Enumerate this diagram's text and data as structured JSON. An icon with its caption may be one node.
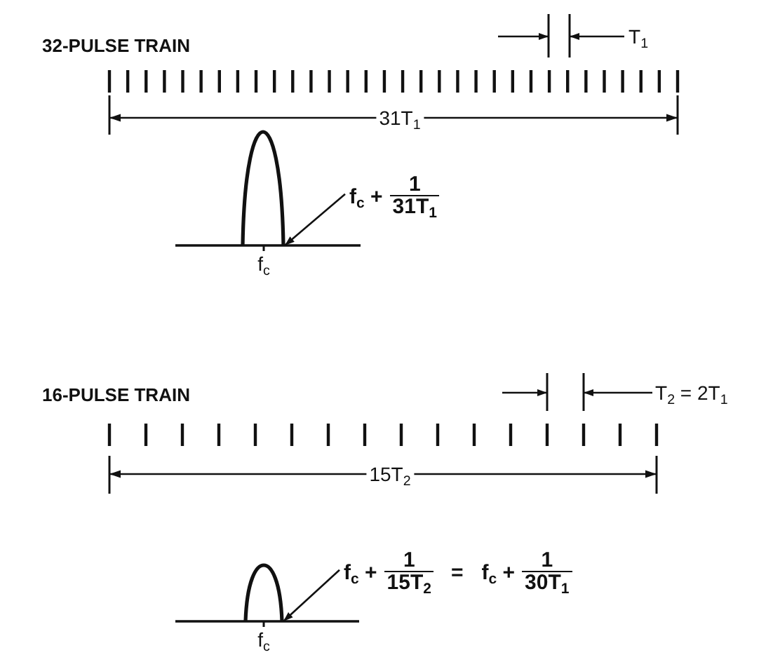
{
  "diagram": {
    "nodes": [
      {
        "text": [],
        "shape": "picture"
      },
      {
        "text": [
          "f$_{c}$ +",
          "1",
          "31T$_{1}$"
        ]
      },
      {
        "text": [],
        "shape": "picture"
      },
      {
        "text": [
          "f$_{c}$ +",
          "1",
          "15T$_{2}$",
          "=",
          "f$_{c}$ +",
          "1",
          "30T$_{1}$"
        ]
      }
    ],
    "edges": [
      {
        "from": 1,
        "to": 0,
        "arrow": "to"
      },
      {
        "from": 3,
        "to": 2,
        "arrow": "to"
      }
    ],
    "labels": [
      "32-PULSE TRAIN",
      "T$_{1}$",
      "31T$_{1}$",
      "f$_{c}$",
      "16-PULSE TRAIN",
      "T$_{2}$ = 2T$_{1}$",
      "15T$_{2}$",
      "f$_{c}$"
    ]
  }
}
